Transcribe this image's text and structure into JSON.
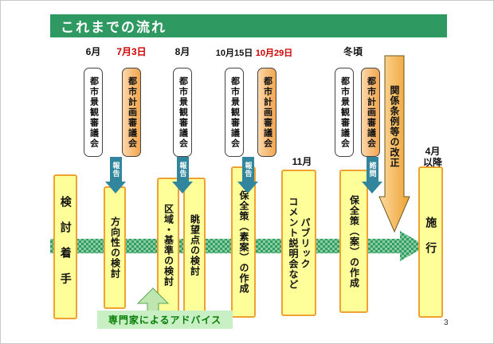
{
  "slide": {
    "title": "これまでの流れ",
    "page_number": "3"
  },
  "colors": {
    "headerGreen": "#2f9962",
    "dateRed": "#cc0000",
    "yellowFill": "#ffff99",
    "yellowBorder": "#eda231",
    "planningLight": "#fcd7ab",
    "planningDark": "#f2a64e",
    "teal": "#31859c",
    "arrowGreen": "#2fa05f",
    "ordinanceLight": "#fdd9a0",
    "ordinanceDark": "#eda231",
    "adviceBg": "#c9f0c4",
    "adviceText": "#067d06",
    "adviceArrowFill": "#bfe6ae",
    "adviceArrowStroke": "#57a857"
  },
  "dates": {
    "june": "6月",
    "july3": "7月3日",
    "august": "8月",
    "oct15": "10月15日",
    "oct29": "10月29日",
    "winter": "冬頃",
    "november": "11月",
    "april": "4月\n以降"
  },
  "committee_groups": [
    {
      "boxes": [
        {
          "label": "都市景観審議会"
        },
        {
          "label": "都市計画審議会"
        }
      ],
      "arrow": "報告"
    },
    {
      "boxes": [
        {
          "label": "都市景観審議会"
        }
      ],
      "arrow": "報告"
    },
    {
      "boxes": [
        {
          "label": "都市景観審議会"
        },
        {
          "label": "都市計画審議会"
        }
      ],
      "arrow": "報告"
    },
    {
      "boxes": [
        {
          "label": "都市景観審議会"
        },
        {
          "label": "都市計画審議会"
        }
      ],
      "arrow": "諮問"
    }
  ],
  "ordinance": {
    "label": "関係条例等の改正"
  },
  "process_steps": [
    {
      "label": "検討着手"
    },
    {
      "label": "方向性の検討"
    },
    {
      "label": "区域・基準の検討"
    },
    {
      "label": "眺望点の検討"
    },
    {
      "label": "保全策（素案）の作成"
    },
    {
      "label": "パブリック\nコメント説明会など"
    },
    {
      "label": "保全策（案）の作成"
    },
    {
      "label": "施行"
    }
  ],
  "advice": {
    "label": "専門家によるアドバイス"
  }
}
